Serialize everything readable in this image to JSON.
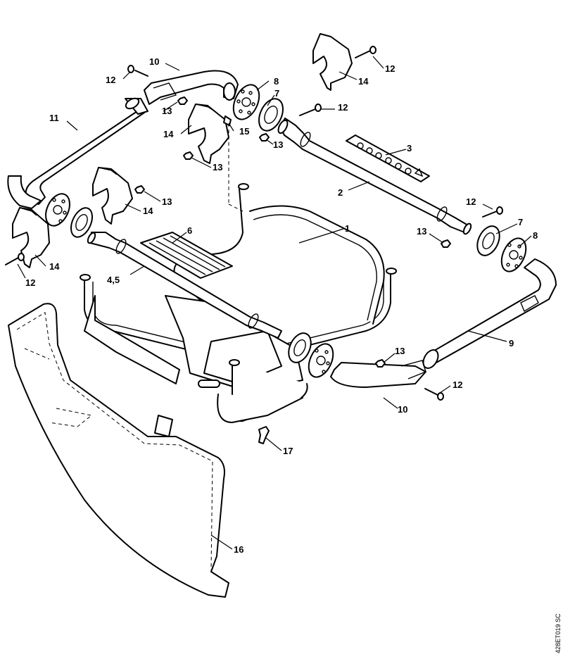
{
  "diagram": {
    "labels": {
      "l1": "1",
      "l2": "2",
      "l3": "3",
      "l45": "4,5",
      "l6": "6",
      "l7a": "7",
      "l7b": "7",
      "l8a": "8",
      "l8b": "8",
      "l9": "9",
      "l10a": "10",
      "l10b": "10",
      "l11": "11",
      "l12a": "12",
      "l12b": "12",
      "l12c": "12",
      "l12d": "12",
      "l12e": "12",
      "l12f": "12",
      "l13a": "13",
      "l13b": "13",
      "l13c": "13",
      "l13d": "13",
      "l13e": "13",
      "l13f": "13",
      "l14a": "14",
      "l14b": "14",
      "l14c": "14",
      "l14d": "14",
      "l15": "15",
      "l16": "16",
      "l17": "17"
    },
    "reference_code": "428ET019 SC"
  }
}
